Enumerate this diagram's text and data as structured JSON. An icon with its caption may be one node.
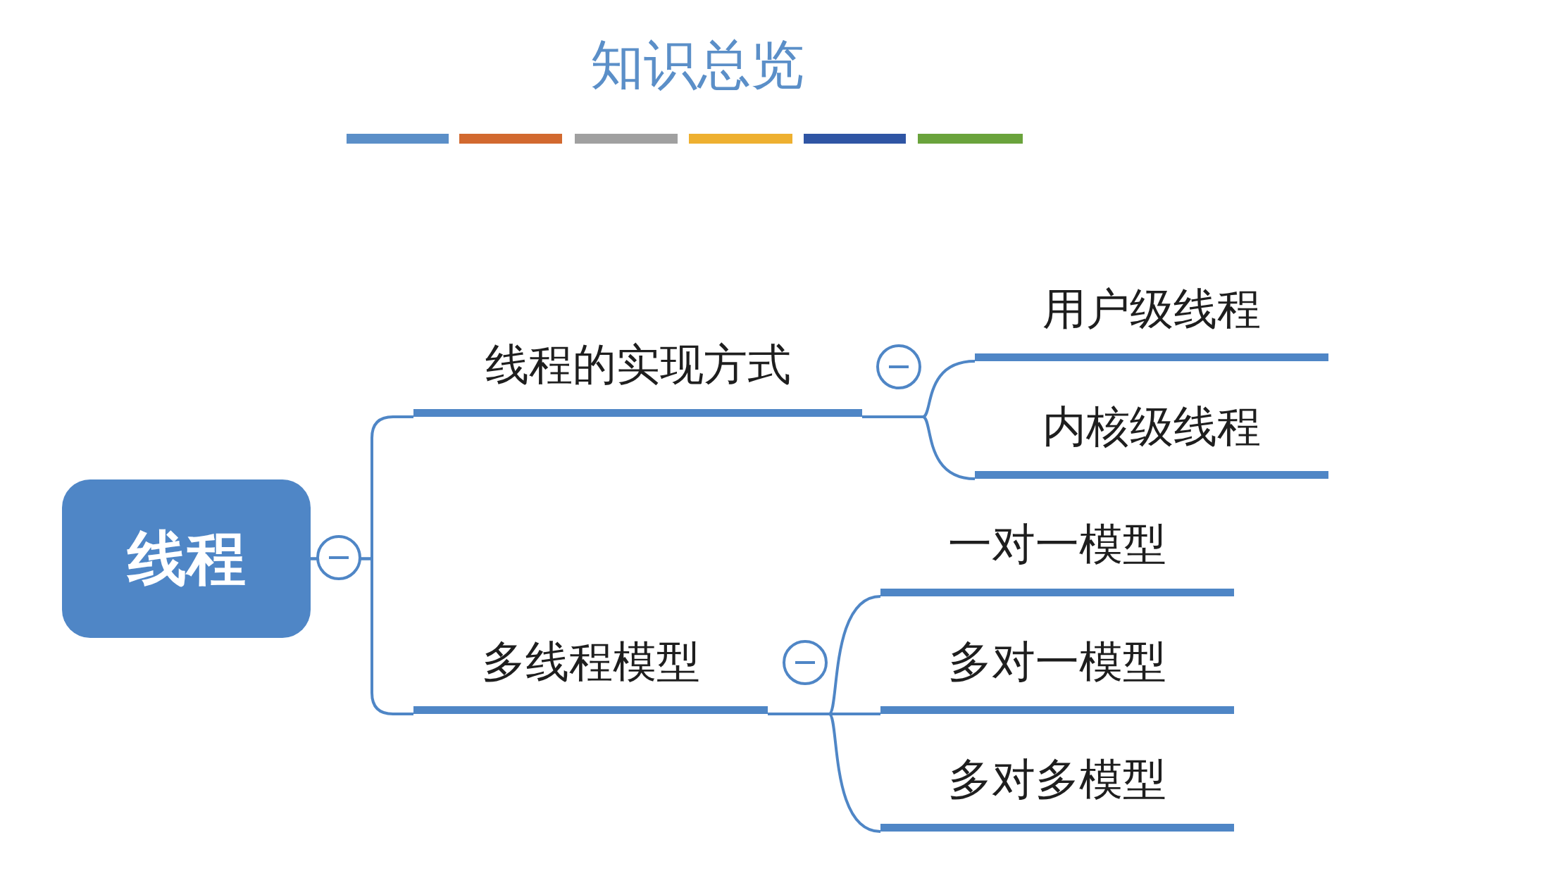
{
  "diagram": {
    "title": "知识总览",
    "nodes": [
      {
        "text": [
          "线程"
        ]
      },
      {
        "text": [
          "线程的实现方式"
        ]
      },
      {
        "text": [
          "用户级线程"
        ]
      },
      {
        "text": [
          "内核级线程"
        ]
      },
      {
        "text": [
          "多线程模型"
        ]
      },
      {
        "text": [
          "一对一模型"
        ]
      },
      {
        "text": [
          "多对一模型"
        ]
      },
      {
        "text": [
          "多对多模型"
        ]
      }
    ],
    "edges": [
      {
        "from": 0,
        "to": 1,
        "arrow": "none"
      },
      {
        "from": 0,
        "to": 4,
        "arrow": "none"
      },
      {
        "from": 1,
        "to": 2,
        "arrow": "none"
      },
      {
        "from": 1,
        "to": 3,
        "arrow": "none"
      },
      {
        "from": 4,
        "to": 5,
        "arrow": "none"
      },
      {
        "from": 4,
        "to": 6,
        "arrow": "none"
      },
      {
        "from": 4,
        "to": 7,
        "arrow": "none"
      }
    ]
  }
}
